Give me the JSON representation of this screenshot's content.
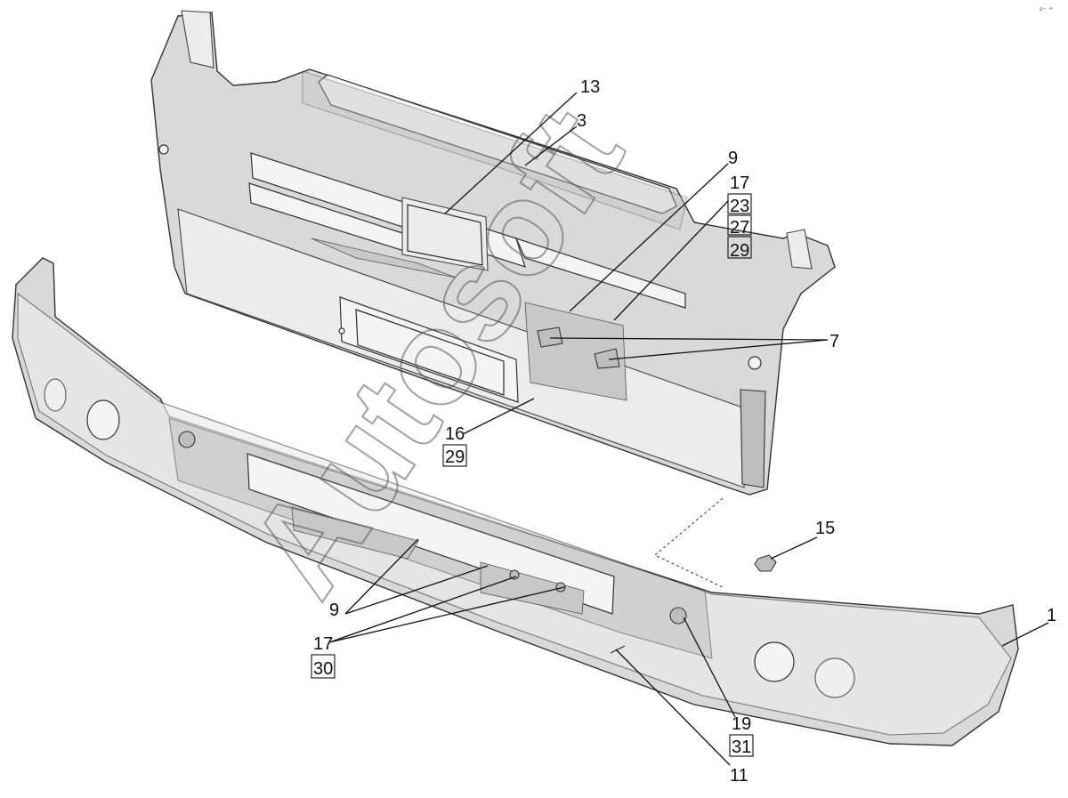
{
  "watermark": "Autosoft",
  "corner_mark": "ᵈ⁻ ⁼",
  "callouts": [
    {
      "id": "c13",
      "lines": [
        "13"
      ],
      "boxed": [
        false
      ]
    },
    {
      "id": "c3",
      "lines": [
        "3"
      ],
      "boxed": [
        false
      ]
    },
    {
      "id": "c9top",
      "lines": [
        "9"
      ],
      "boxed": [
        false
      ]
    },
    {
      "id": "c17stack",
      "lines": [
        "17",
        "23",
        "27",
        "29"
      ],
      "boxed": [
        false,
        true,
        true,
        true
      ]
    },
    {
      "id": "c7",
      "lines": [
        "7"
      ],
      "boxed": [
        false
      ]
    },
    {
      "id": "c16",
      "lines": [
        "16",
        "29"
      ],
      "boxed": [
        false,
        true
      ]
    },
    {
      "id": "c15",
      "lines": [
        "15"
      ],
      "boxed": [
        false
      ]
    },
    {
      "id": "c1",
      "lines": [
        "1"
      ],
      "boxed": [
        false
      ]
    },
    {
      "id": "c9bot",
      "lines": [
        "9"
      ],
      "boxed": [
        false
      ]
    },
    {
      "id": "c17bot",
      "lines": [
        "17",
        "30"
      ],
      "boxed": [
        false,
        true
      ]
    },
    {
      "id": "c19",
      "lines": [
        "19",
        "31"
      ],
      "boxed": [
        false,
        true
      ]
    },
    {
      "id": "c11",
      "lines": [
        "11"
      ],
      "boxed": [
        false
      ]
    }
  ]
}
